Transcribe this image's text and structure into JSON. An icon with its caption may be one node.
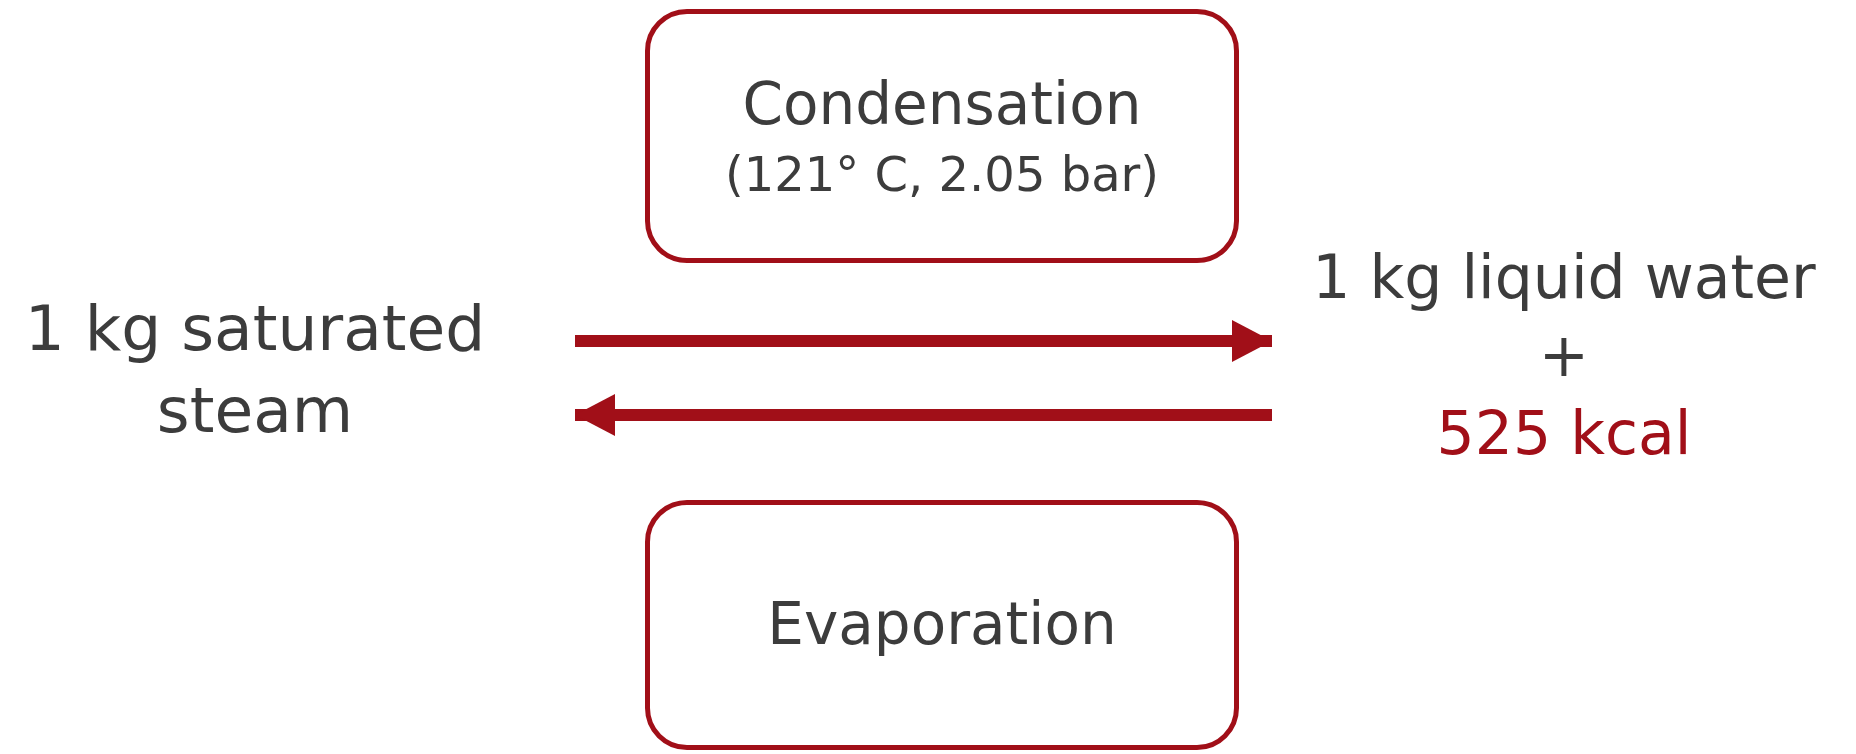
{
  "diagram": {
    "nodes": [
      {
        "text": [
          "Condensation",
          "(121° C, 2.05 bar)"
        ]
      },
      {
        "text": [
          "1 kg saturated steam"
        ]
      },
      {
        "text": [
          "1 kg liquid water",
          "+",
          "525 kcal"
        ]
      },
      {
        "text": [
          "Evaporation"
        ]
      }
    ],
    "edges": [
      {
        "from": 1,
        "to": 2,
        "arrow": "to"
      },
      {
        "from": 2,
        "to": 1,
        "arrow": "to"
      }
    ]
  }
}
